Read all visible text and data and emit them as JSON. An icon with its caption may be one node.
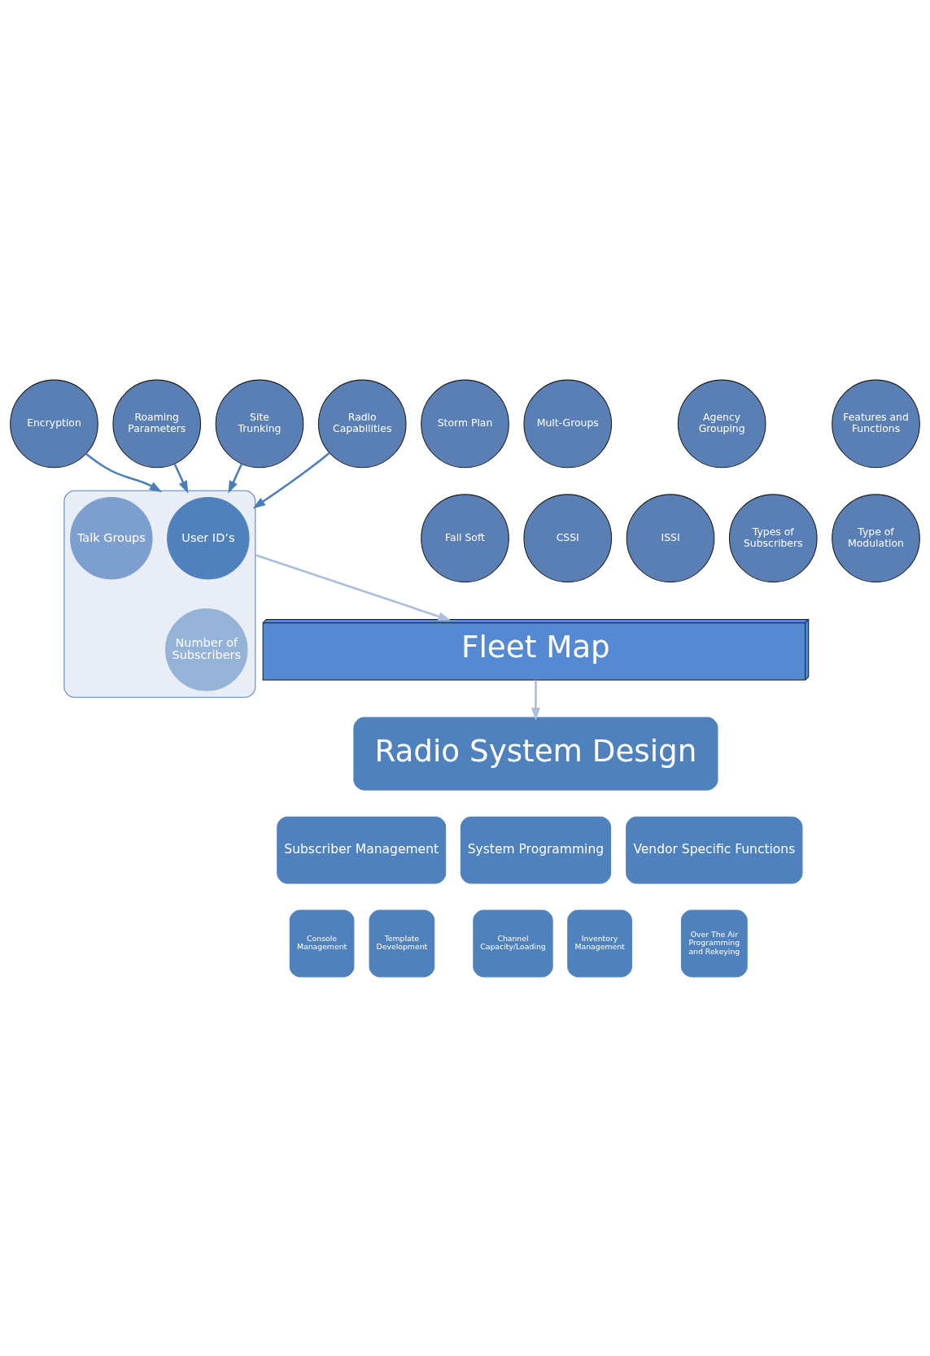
{
  "diagram": {
    "nodes": [
      {
        "text": [
          "Encryption"
        ]
      },
      {
        "text": [
          "Storm Plan"
        ]
      },
      {
        "text": [
          "Mult-Groups"
        ]
      },
      {
        "text": [
          "Agency Grouping"
        ]
      },
      {
        "text": [
          "Features and Functions"
        ]
      },
      {
        "text": [
          "Roaming Parameters"
        ]
      },
      {
        "text": [
          "Site Trunking"
        ]
      },
      {
        "text": [
          "Radio Capabilities"
        ]
      },
      {
        "text": [
          "ISSI"
        ]
      },
      {
        "text": [
          "Type of Modulation"
        ]
      },
      {
        "text": [
          "Fail Soft"
        ]
      },
      {
        "text": [
          "CSSI"
        ]
      },
      {
        "text": [
          "Types of Subscribers"
        ]
      },
      {
        "text": [],
        "shape": "funnel"
      },
      {
        "text": [
          "User ID’s"
        ],
        "in": 13
      },
      {
        "text": [
          "Talk Groups"
        ],
        "in": 13
      },
      {
        "text": [
          "Number of Subscribers"
        ],
        "in": 13
      },
      {
        "text": [
          "Fleet Map"
        ]
      },
      {
        "text": [
          "Radio System Design"
        ]
      },
      {
        "text": [
          "Subscriber Management"
        ]
      },
      {
        "text": [
          "System Programming"
        ]
      },
      {
        "text": [
          "Vendor Specific Functions"
        ]
      },
      {
        "text": [
          "Console Management"
        ]
      },
      {
        "text": [
          "Template Development"
        ]
      },
      {
        "text": [
          "Channel Capacity/Loading"
        ]
      },
      {
        "text": [
          "Inventory Management"
        ]
      },
      {
        "text": [
          "Over The Air Programming and Rekeying"
        ]
      }
    ],
    "edges": [
      {
        "from": 0,
        "to": 13,
        "arrow": "to"
      },
      {
        "from": 5,
        "to": 13,
        "arrow": "to"
      },
      {
        "from": 6,
        "to": 13,
        "arrow": "to"
      },
      {
        "from": 7,
        "to": 13,
        "arrow": "to"
      },
      {
        "from": 13,
        "to": 17,
        "arrow": "to",
        "color": "#aabfdd"
      },
      {
        "from": 17,
        "to": 18,
        "arrow": "to",
        "color": "#aabfdd"
      }
    ]
  }
}
